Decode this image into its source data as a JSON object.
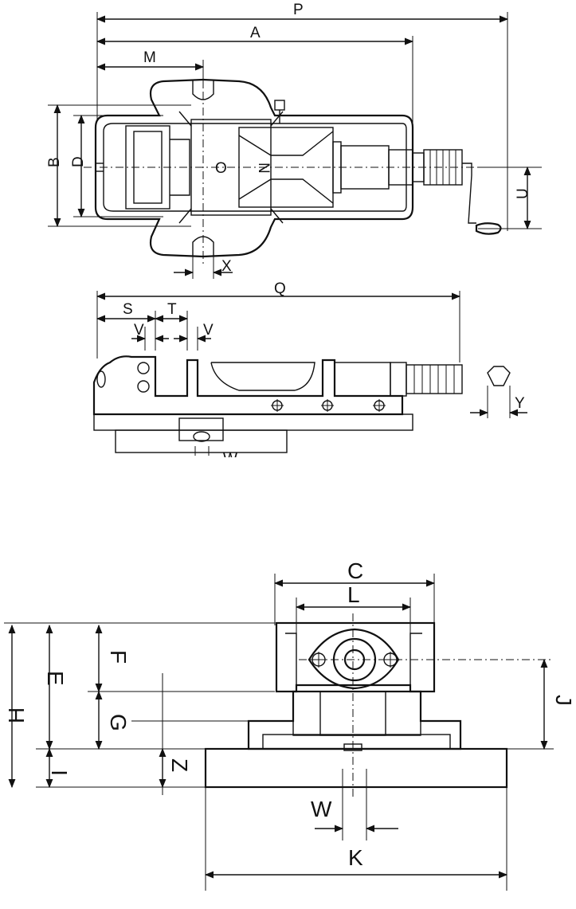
{
  "top_view": {
    "labels": {
      "P": "P",
      "A": "A",
      "M": "M",
      "B": "B",
      "D": "D",
      "O": "O",
      "N": "N",
      "U": "U",
      "X": "X"
    }
  },
  "side_view": {
    "labels": {
      "Q": "Q",
      "S": "S",
      "T": "T",
      "V1": "V",
      "V2": "V",
      "Y": "Y",
      "W": "W"
    }
  },
  "end_view": {
    "labels": {
      "C": "C",
      "L": "L",
      "F": "F",
      "E": "E",
      "H": "H",
      "G": "G",
      "J": "J",
      "I": "I",
      "Z": "Z",
      "W": "W",
      "K": "K"
    }
  }
}
